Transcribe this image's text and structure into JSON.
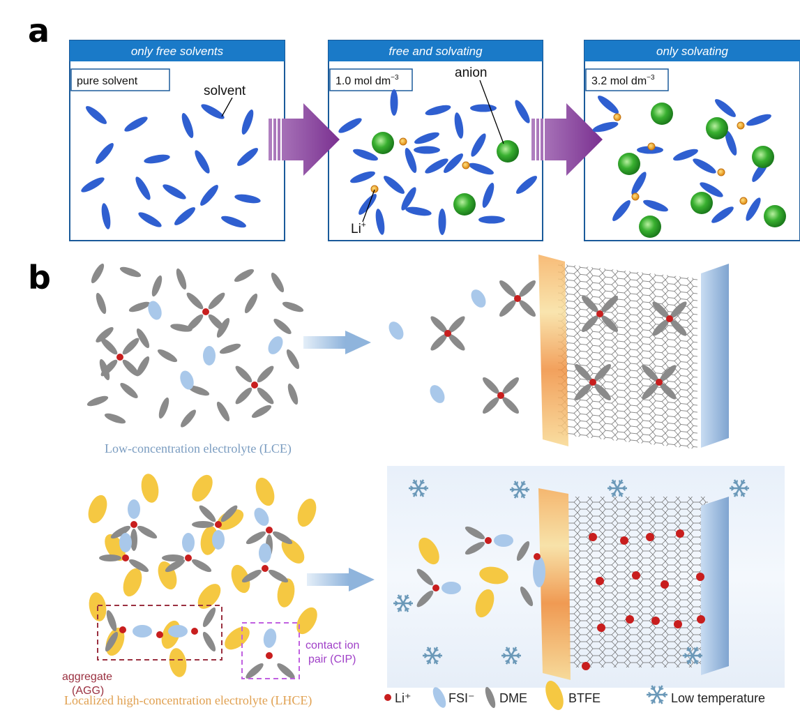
{
  "panel_a": {
    "letter": "a",
    "boxes": [
      {
        "header": "only free solvents",
        "label": "pure solvent"
      },
      {
        "header": "free and solvating",
        "label": "1.0 mol dm",
        "label_sup": "−3"
      },
      {
        "header": "only solvating",
        "label": "3.2 mol dm",
        "label_sup": "−3"
      }
    ],
    "annotations": {
      "solvent": "solvent",
      "anion": "anion",
      "li": "Li",
      "li_sup": "+"
    }
  },
  "panel_b": {
    "letter": "b",
    "lce_label": "Low-concentration electrolyte (LCE)",
    "lhce_label": "Localized high-concentration electrolyte (LHCE)",
    "agg_label_1": "aggregate",
    "agg_label_2": "(AGG)",
    "cip_label_1": "contact ion",
    "cip_label_2": "pair (CIP)",
    "legend": [
      {
        "label": "Li⁺"
      },
      {
        "label": "FSI⁻"
      },
      {
        "label": "DME"
      },
      {
        "label": "BTFE"
      },
      {
        "label": "Low temperature"
      }
    ]
  },
  "colors": {
    "header_blue": "#1a7ac8",
    "solvent_blue": "#2f5fd0",
    "anion_green": "#2fa82f",
    "li_orange": "#f0a020",
    "arrow_purple": "#8a3f9e",
    "dme_gray": "#8a8a8a",
    "fsi_blue": "#a9c8ea",
    "btfe_yellow": "#f5c842",
    "li_red": "#c81e1e",
    "lce_text": "#7a9cc0",
    "lhce_text": "#e0a050",
    "agg_red": "#9a3040",
    "cip_purple": "#a040c8"
  }
}
